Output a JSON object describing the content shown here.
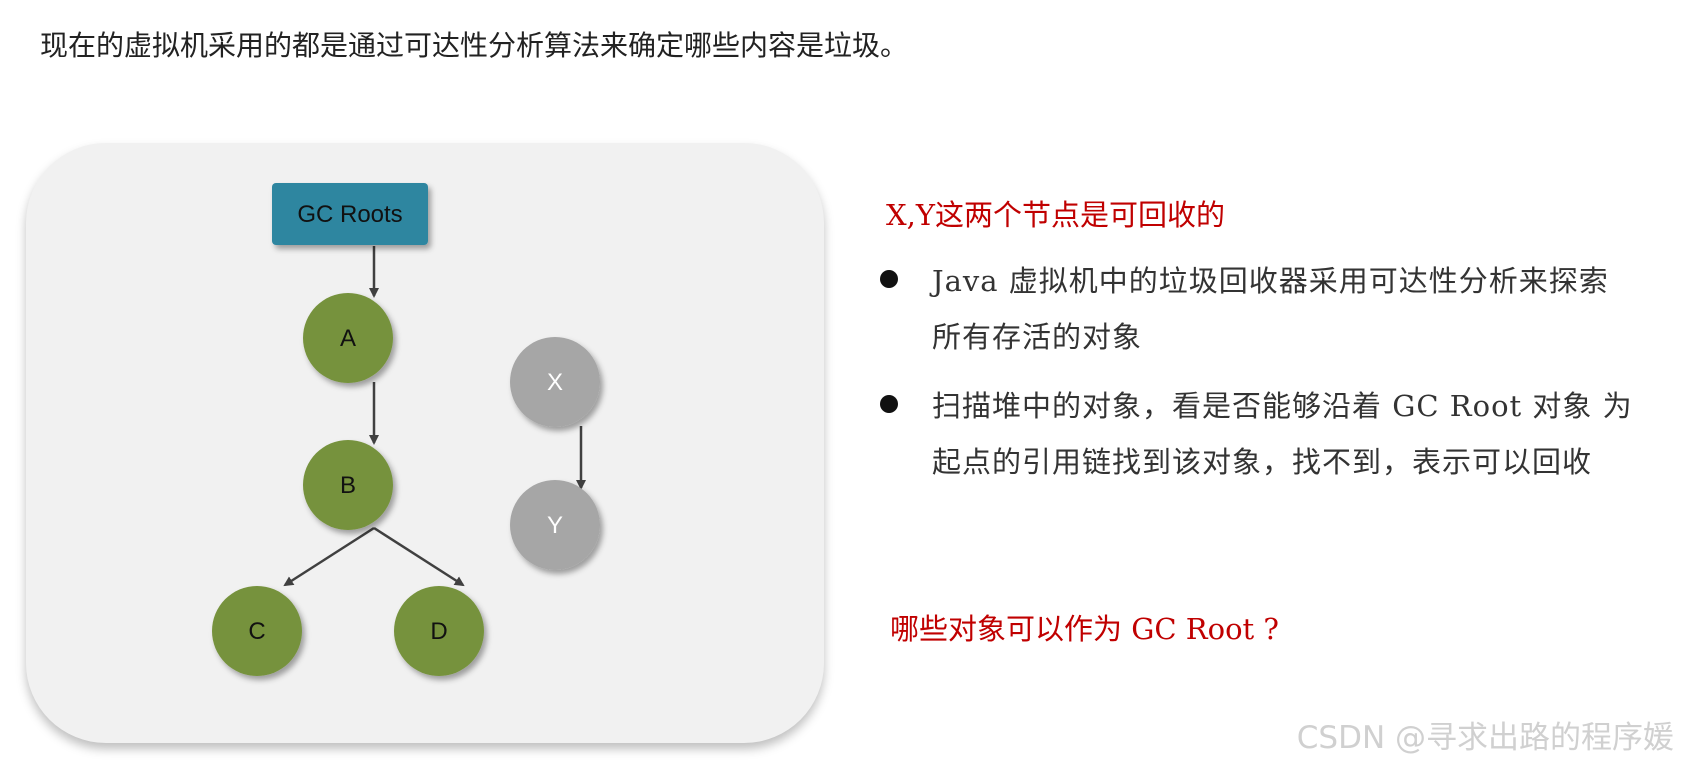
{
  "title": "现在的虚拟机采用的都是通过可达性分析算法来确定哪些内容是垃圾。",
  "diagram": {
    "root_label": "GC Roots",
    "nodes": {
      "a": "A",
      "b": "B",
      "c": "C",
      "d": "D",
      "x": "X",
      "y": "Y"
    },
    "colors": {
      "root": "#2e86a0",
      "reachable": "#76923c",
      "unreachable": "#a6a6a6",
      "panel": "#f1f1f1",
      "arrow": "#404040"
    }
  },
  "notes": {
    "heading": "X,Y这两个节点是可回收的",
    "bullets": [
      {
        "line1": "Java  虚拟机中的垃圾回收器采用可达性分析来探索",
        "line2": "所有存活的对象"
      },
      {
        "line1": "扫描堆中的对象，看是否能够沿着 GC Root 对象 为",
        "line2": "起点的引用链找到该对象，找不到，表示可以回收"
      }
    ],
    "question": "哪些对象可以作为 GC Root ?",
    "accent_color": "#c00000"
  },
  "watermark": "CSDN @寻求出路的程序媛"
}
